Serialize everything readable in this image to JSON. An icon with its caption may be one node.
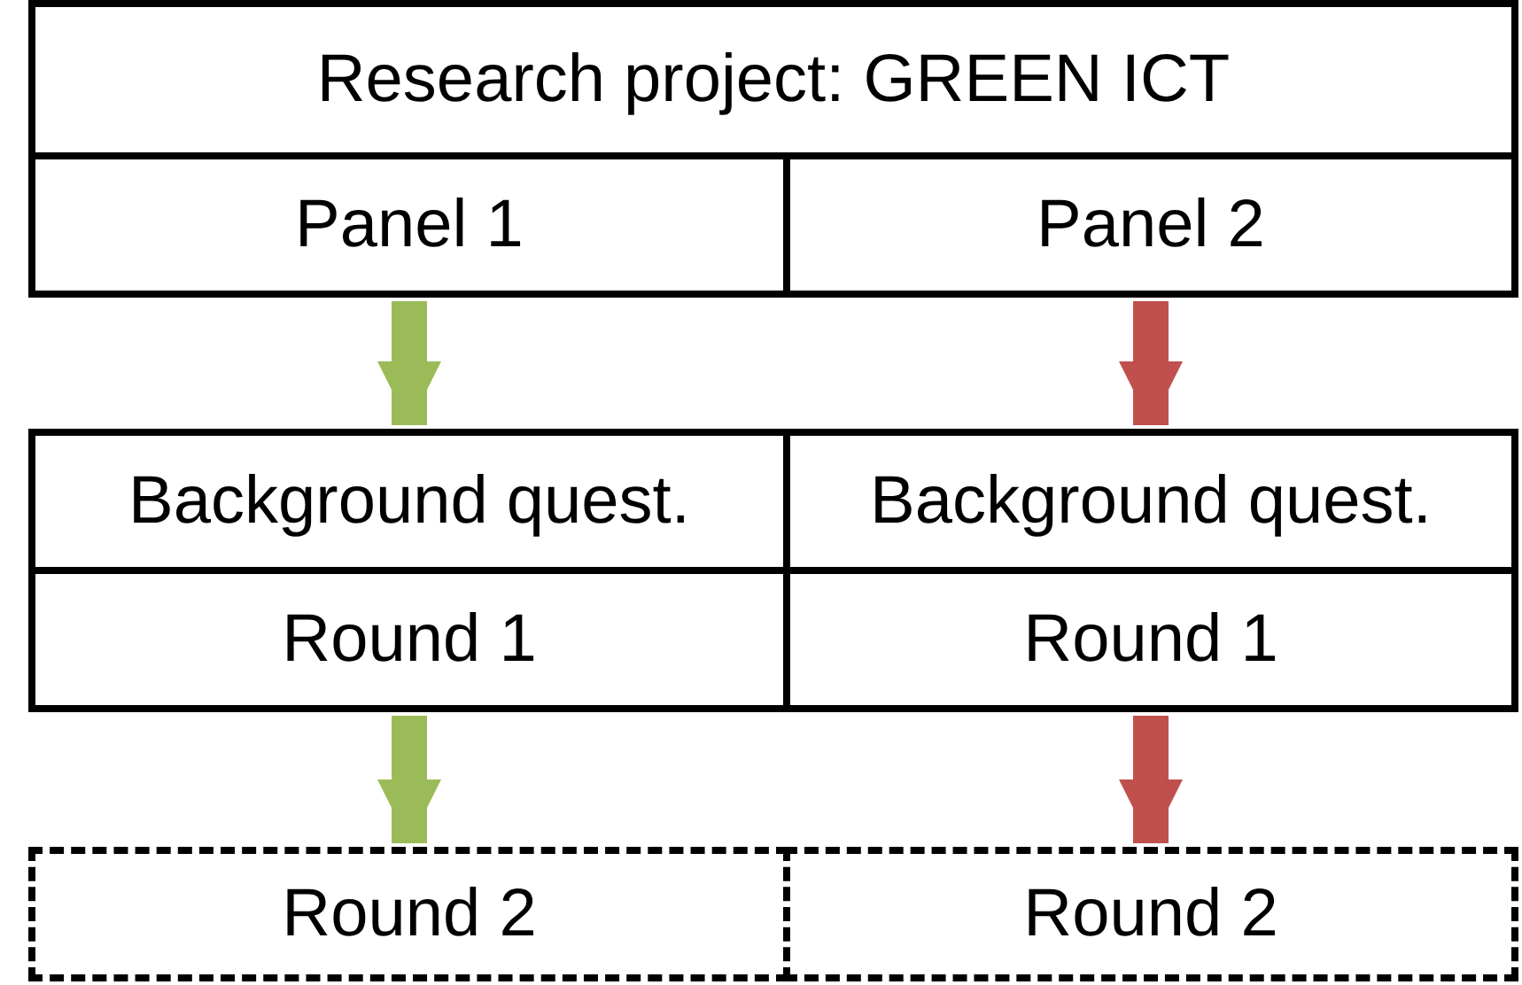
{
  "diagram": {
    "nodes": [
      {
        "text": [
          "Research project: GREEN ICT"
        ]
      },
      {
        "text": [
          "Panel 1"
        ]
      },
      {
        "text": [
          "Panel 2"
        ]
      },
      {
        "text": [
          "Background quest."
        ]
      },
      {
        "text": [
          "Round 1"
        ]
      },
      {
        "text": [
          "Background quest."
        ]
      },
      {
        "text": [
          "Round 1"
        ]
      },
      {
        "text": [
          "Round 2"
        ]
      },
      {
        "text": [
          "Round 2"
        ]
      }
    ],
    "edges": [
      {
        "from": 1,
        "to": 3,
        "arrow": "to",
        "color": "#9bbb59"
      },
      {
        "from": 4,
        "to": 7,
        "arrow": "to",
        "color": "#9bbb59"
      },
      {
        "from": 2,
        "to": 5,
        "arrow": "to",
        "color": "#c0504d"
      },
      {
        "from": 6,
        "to": 8,
        "arrow": "to",
        "color": "#c0504d"
      }
    ]
  }
}
